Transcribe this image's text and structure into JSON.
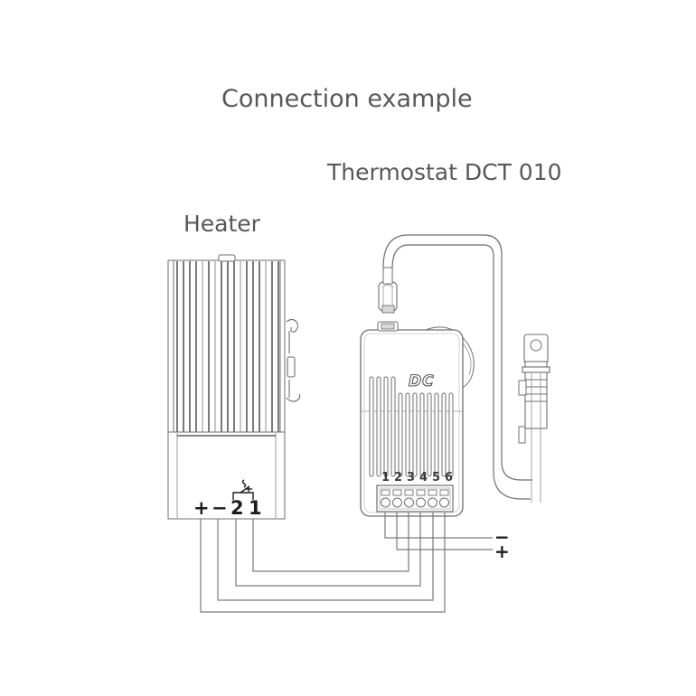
{
  "figure": {
    "title": "Connection example",
    "device_label": "Thermostat DCT 010",
    "heater_label": "Heater",
    "brand_mark": "DC"
  },
  "heater": {
    "terminal_labels": [
      "+",
      "−",
      "2",
      "1"
    ],
    "fin_count": 18,
    "notes": "finned PTC heater with DIN rail clip on right side and thermal switch symbol above terminals 2 and 1"
  },
  "thermostat": {
    "terminal_labels": [
      "1",
      "2",
      "3",
      "4",
      "5",
      "6"
    ],
    "terminal_count": 6,
    "vent_slot_count": 14,
    "brand_mark": "DC",
    "dial_name": "setpoint-adjustment-wheel",
    "port_name": "mini-usb-port"
  },
  "supply": {
    "minus_label": "−",
    "plus_label": "+"
  },
  "cable": {
    "plug_label": "usb-a-plug",
    "connector_label": "mini-usb-connector"
  },
  "colors": {
    "text": "#58585a",
    "line": "#6f6f72",
    "line_dark": "#3a3a3c",
    "fin": "#58585a",
    "background": "#ffffff",
    "wire": "#7a7a7d"
  }
}
